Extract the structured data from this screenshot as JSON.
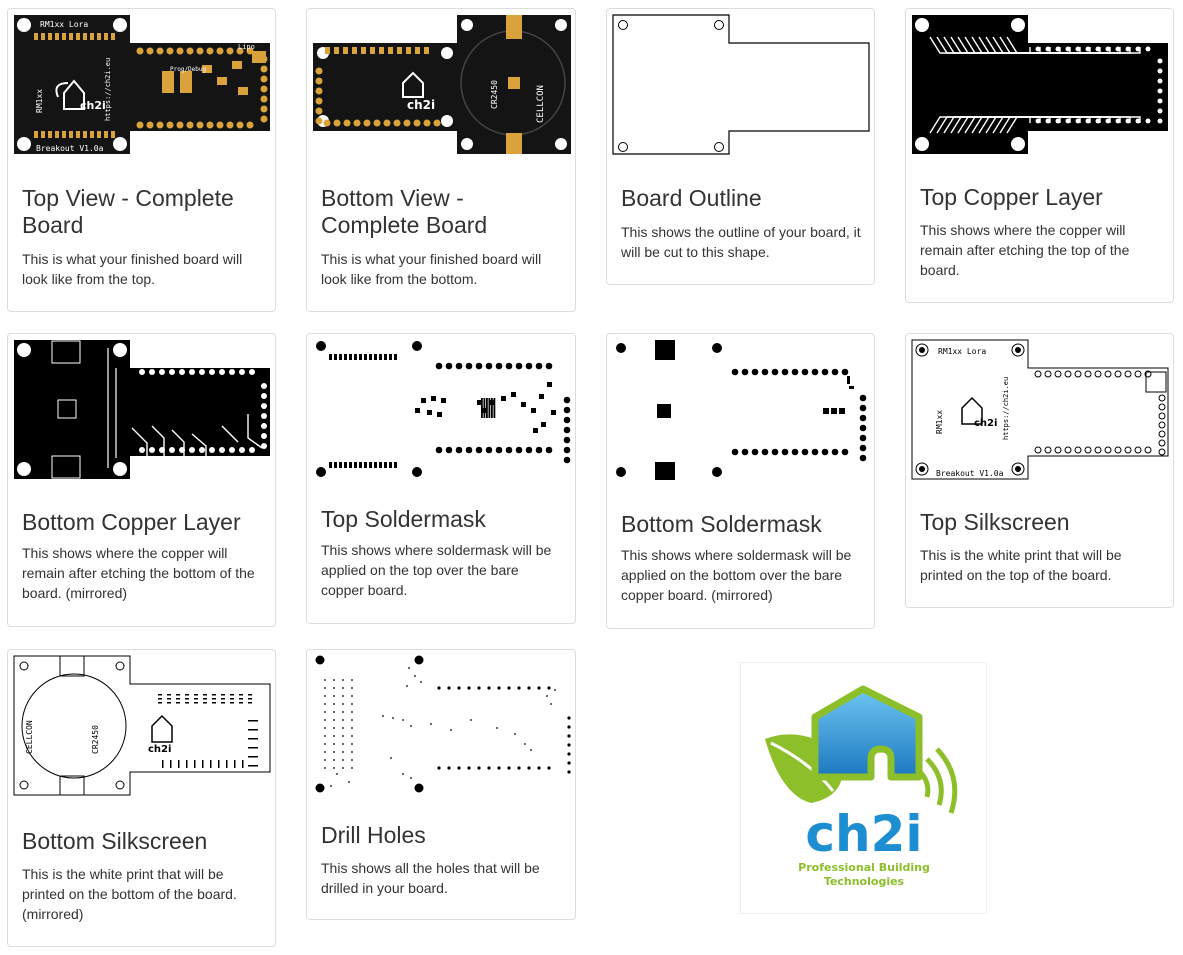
{
  "cards": [
    {
      "title": "Top View - Complete Board",
      "description": "This is what your finished board will look like from the top.",
      "image": "pcb-top-render"
    },
    {
      "title": "Bottom View - Complete Board",
      "description": "This is what your finished board will look like from the bottom.",
      "image": "pcb-bottom-render"
    },
    {
      "title": "Board Outline",
      "description": "This shows the outline of your board, it will be cut to this shape.",
      "image": "board-outline"
    },
    {
      "title": "Top Copper Layer",
      "description": "This shows where the copper will remain after etching the top of the board.",
      "image": "top-copper"
    },
    {
      "title": "Bottom Copper Layer",
      "description": "This shows where the copper will remain after etching the bottom of the board. (mirrored)",
      "image": "bottom-copper"
    },
    {
      "title": "Top Soldermask",
      "description": "This shows where soldermask will be applied on the top over the bare copper board.",
      "image": "top-soldermask"
    },
    {
      "title": "Bottom Soldermask",
      "description": "This shows where soldermask will be applied on the bottom over the bare copper board. (mirrored)",
      "image": "bottom-soldermask"
    },
    {
      "title": "Top Silkscreen",
      "description": "This is the white print that will be printed on the top of the board.",
      "image": "top-silkscreen"
    },
    {
      "title": "Bottom Silkscreen",
      "description": "This is the white print that will be printed on the bottom of the board. (mirrored)",
      "image": "bottom-silkscreen"
    },
    {
      "title": "Drill Holes",
      "description": "This shows all the holes that will be drilled in your board.",
      "image": "drill-holes"
    }
  ],
  "board_text": {
    "module": "RM1xx Lora",
    "version": "Breakout V1.0a",
    "url": "https://ch2i.eu",
    "part": "RM1xx",
    "battery": "CR2450",
    "cellcon": "CELLCON",
    "lipo": "Lipo",
    "prog": "Prog/Debug"
  },
  "logo": {
    "wordmark": "ch2i",
    "tagline_line1": "Professional Building",
    "tagline_line2": "Technologies"
  },
  "colors": {
    "pcb": "#141414",
    "gold": "#d9a23a",
    "logo_blue": "#1d8fd1",
    "logo_green": "#8dbf2a"
  }
}
